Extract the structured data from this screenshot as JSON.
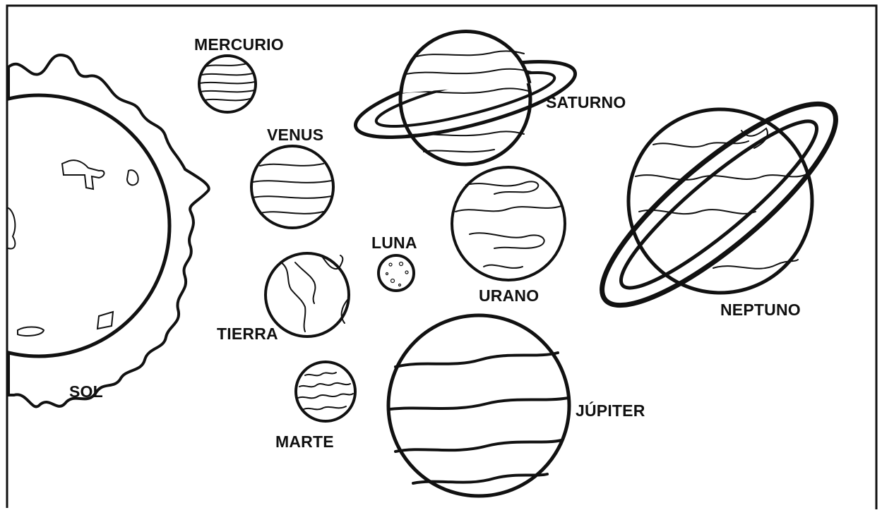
{
  "labels": {
    "sol": "SOL",
    "mercurio": "MERCURIO",
    "venus": "VENUS",
    "tierra": "TIERRA",
    "luna": "LUNA",
    "marte": "MARTE",
    "jupiter": "JÚPITER",
    "saturno": "SATURNO",
    "urano": "URANO",
    "neptuno": "NEPTUNO"
  },
  "colors": {
    "ink": "#111111",
    "paper": "#ffffff"
  }
}
